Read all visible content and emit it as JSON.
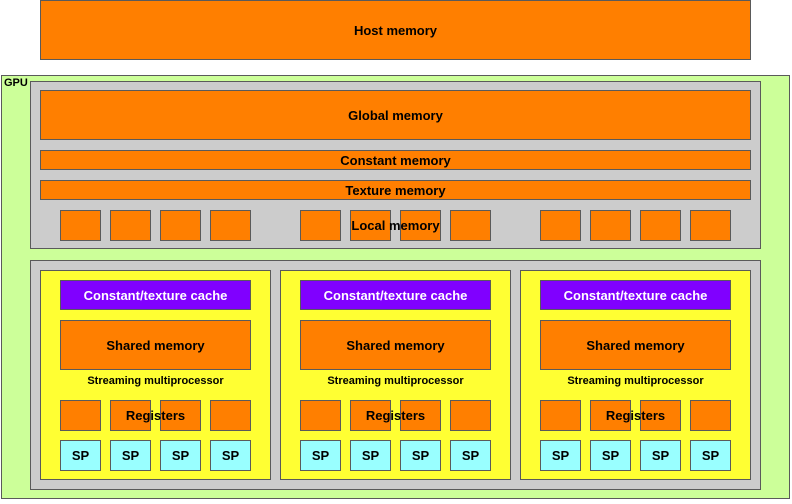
{
  "host_memory": "Host memory",
  "gpu_label": "GPU",
  "global_memory": "Global memory",
  "constant_memory": "Constant memory",
  "texture_memory": "Texture memory",
  "local_memory": "Local memory",
  "multiprocessors": [
    {
      "cache": "Constant/texture cache",
      "shared": "Shared memory",
      "name": "Streaming multiprocessor",
      "registers": "Registers",
      "sps": [
        "SP",
        "SP",
        "SP",
        "SP"
      ]
    },
    {
      "cache": "Constant/texture cache",
      "shared": "Shared memory",
      "name": "Streaming multiprocessor",
      "registers": "Registers",
      "sps": [
        "SP",
        "SP",
        "SP",
        "SP"
      ]
    },
    {
      "cache": "Constant/texture cache",
      "shared": "Shared memory",
      "name": "Streaming multiprocessor",
      "registers": "Registers",
      "sps": [
        "SP",
        "SP",
        "SP",
        "SP"
      ]
    }
  ],
  "colors": {
    "memory": "#ff7f00",
    "gpu": "#ccff99",
    "container": "#cccccc",
    "multiprocessor": "#ffff33",
    "cache": "#8000ff",
    "sp": "#99ffff"
  }
}
